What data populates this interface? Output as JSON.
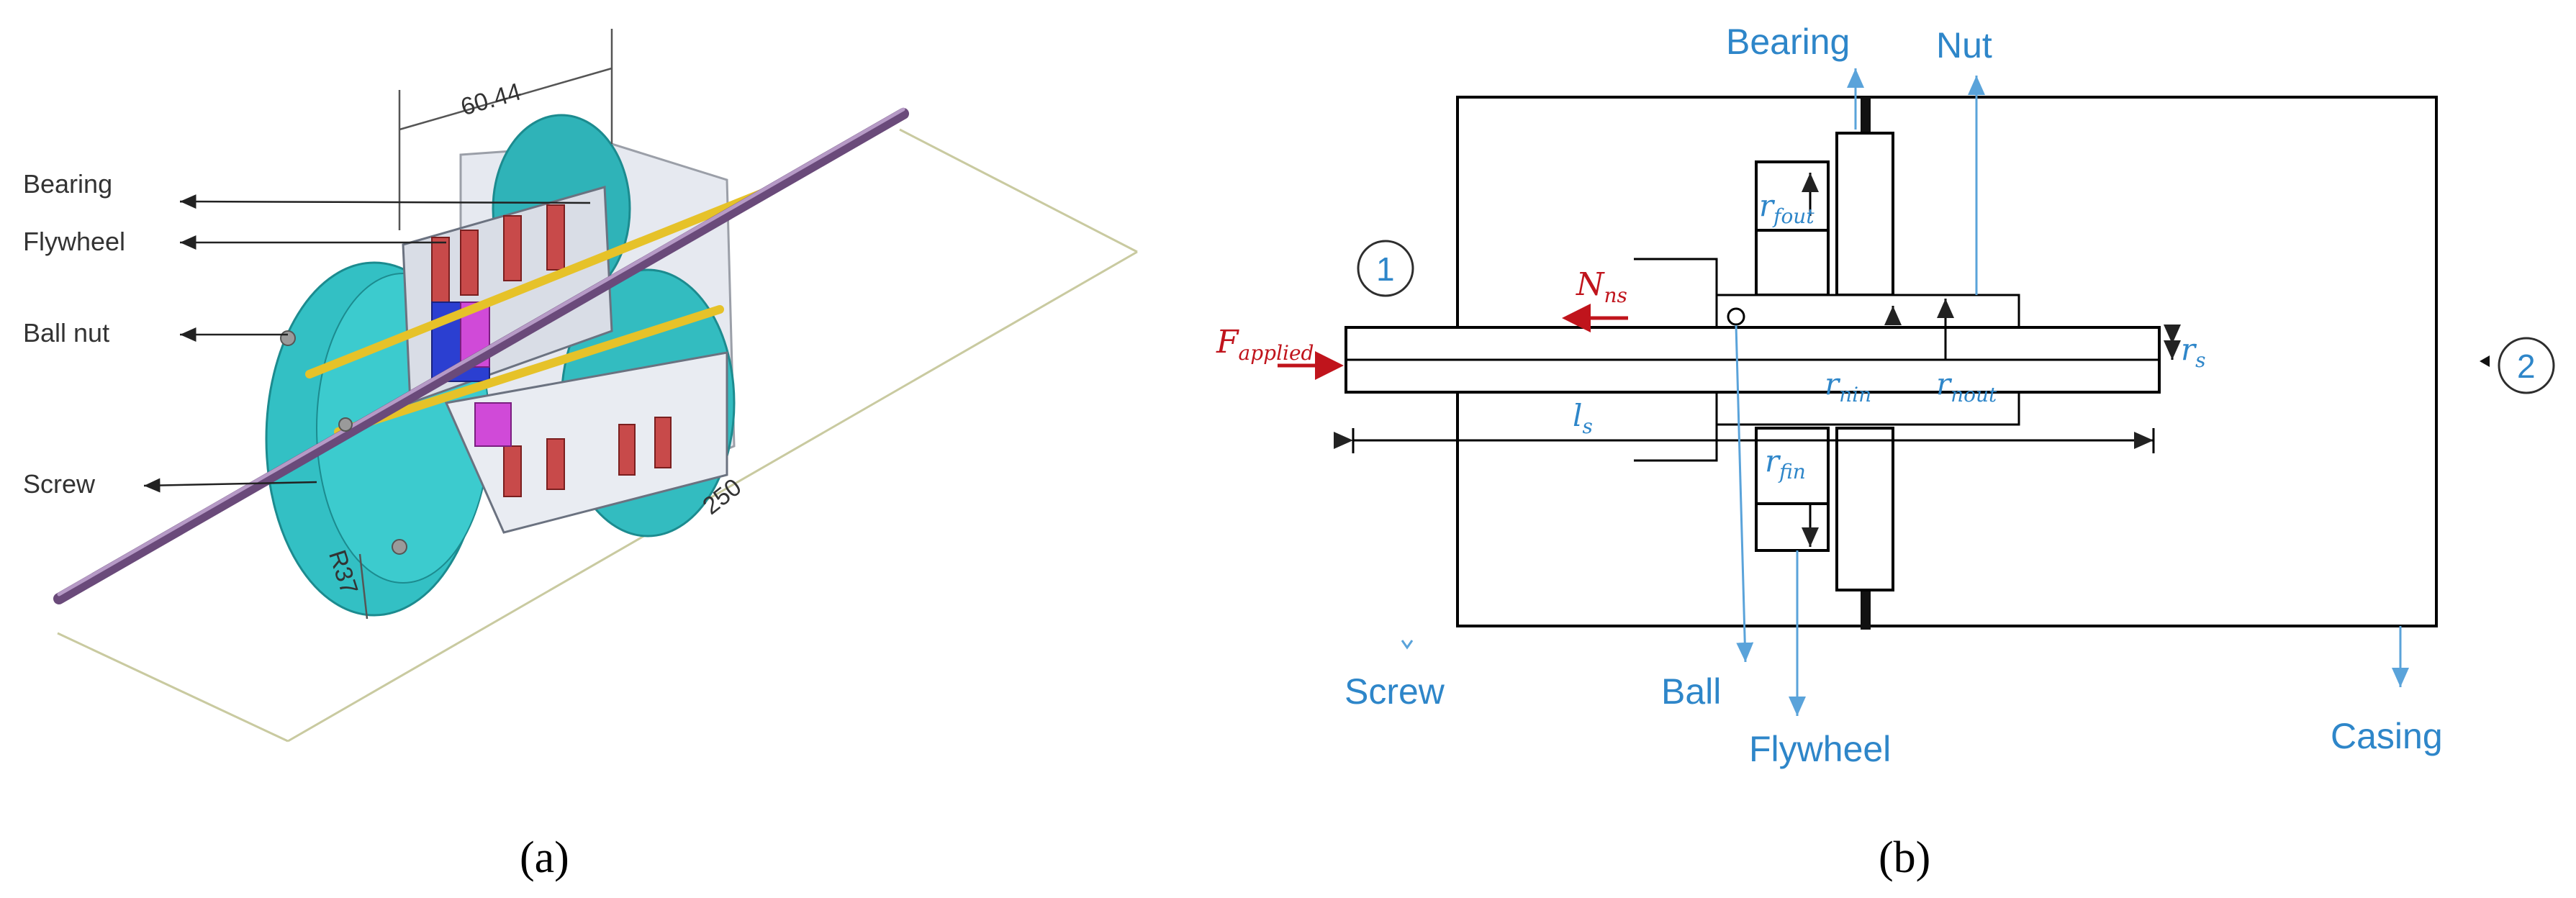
{
  "panel_a": {
    "caption": "(a)",
    "labels": {
      "bearing": "Bearing",
      "flywheel": "Flywheel",
      "ball_nut": "Ball nut",
      "screw": "Screw"
    },
    "dimensions": {
      "width": "60.44",
      "length": "250",
      "radius": "R37"
    }
  },
  "panel_b": {
    "caption": "(b)",
    "labels": {
      "bearing": "Bearing",
      "nut": "Nut",
      "screw": "Screw",
      "ball": "Ball",
      "flywheel": "Flywheel",
      "casing": "Casing"
    },
    "nodes": {
      "left": "1",
      "right": "2"
    },
    "symbols": {
      "f_applied": {
        "base": "F",
        "sub": "applied"
      },
      "n_ns": {
        "base": "N",
        "sub": "ns"
      },
      "r_fout": {
        "base": "r",
        "sub": "fout"
      },
      "r_fin": {
        "base": "r",
        "sub": "fin"
      },
      "r_nin": {
        "base": "r",
        "sub": "nin"
      },
      "r_nout": {
        "base": "r",
        "sub": "nout"
      },
      "r_s": {
        "base": "r",
        "sub": "s"
      },
      "l_s": {
        "base": "l",
        "sub": "s"
      }
    },
    "colors": {
      "label": "#2e86c9",
      "force": "#c0141c",
      "line": "#000000"
    }
  }
}
